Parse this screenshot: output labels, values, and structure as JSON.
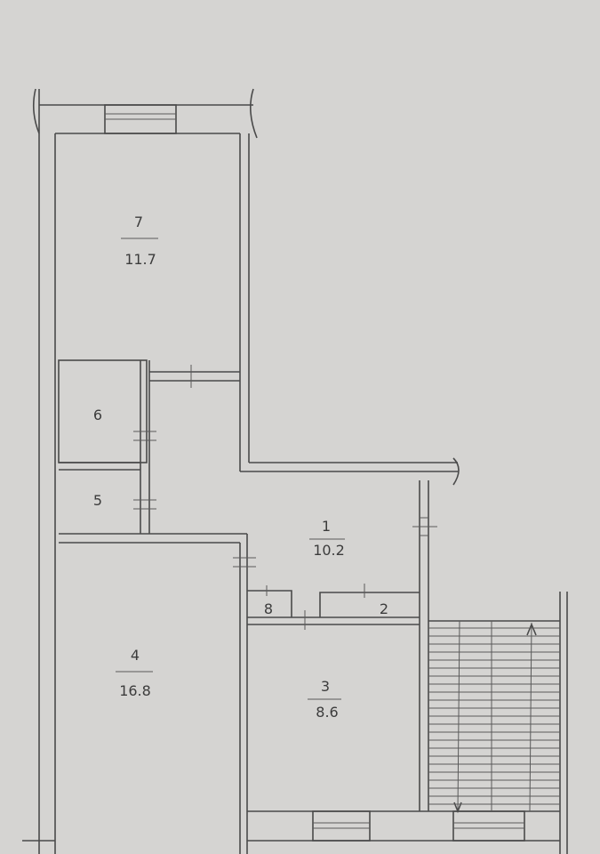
{
  "rooms": [
    {
      "number": "7",
      "area": "11.7"
    },
    {
      "number": "6"
    },
    {
      "number": "5"
    },
    {
      "number": "1",
      "area": "10.2"
    },
    {
      "number": "8"
    },
    {
      "number": "2"
    },
    {
      "number": "4",
      "area": "16.8"
    },
    {
      "number": "3",
      "area": "8.6"
    }
  ],
  "colors": {
    "paper": "#d5d4d2",
    "pencil": "#4a4a4a"
  }
}
